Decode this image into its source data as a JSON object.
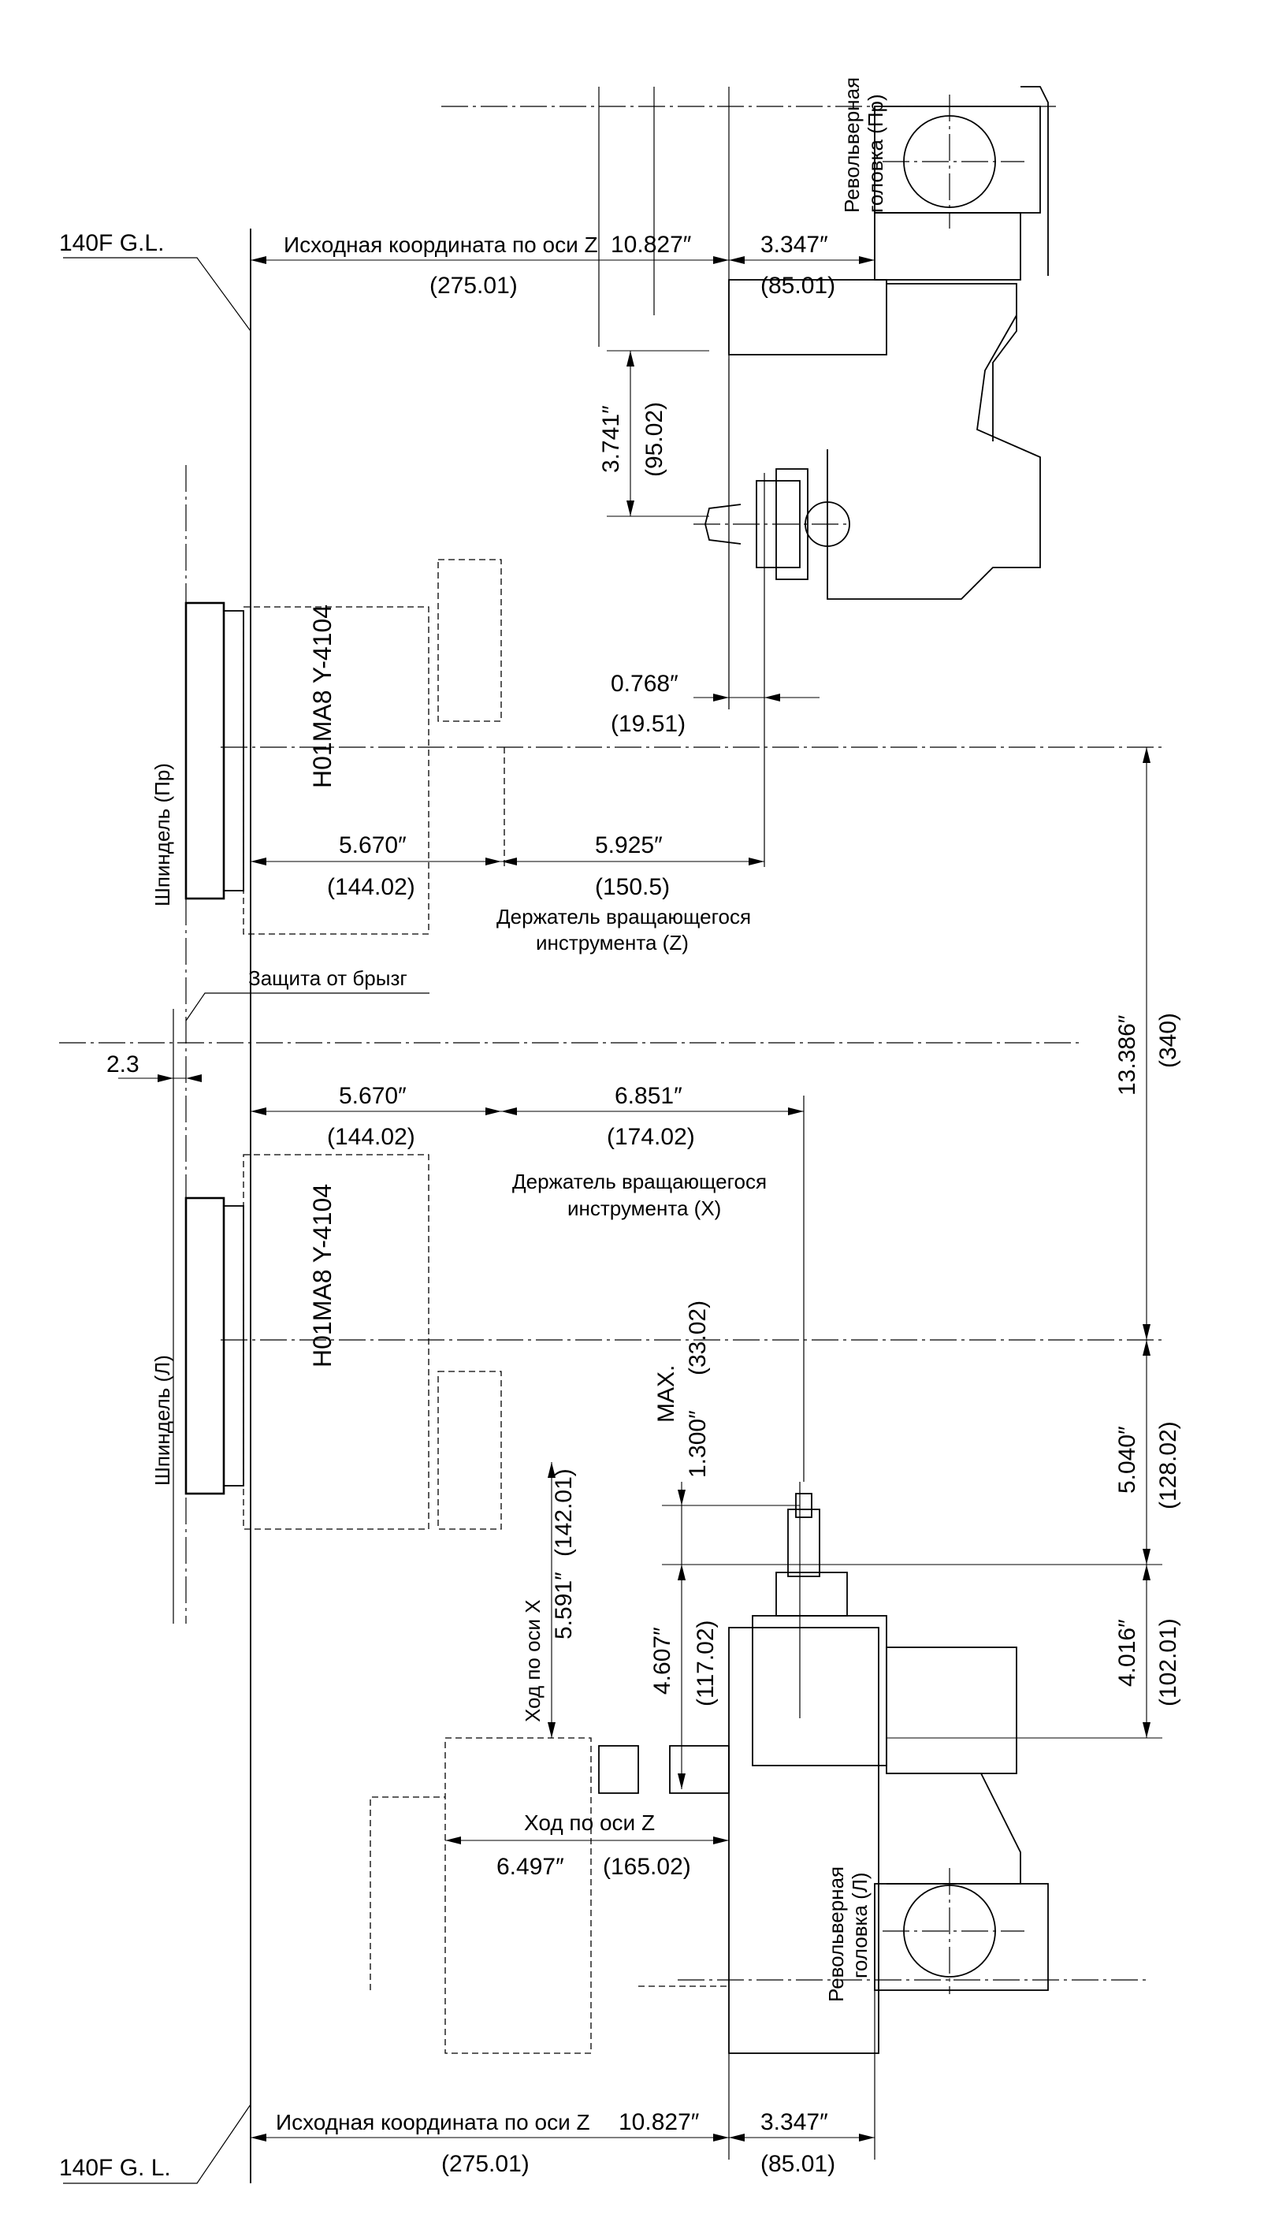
{
  "labels": {
    "gl_top": "140F G.L.",
    "gl_bottom": "140F G. L.",
    "turret_right_line1": "Револьверная",
    "turret_right_line2": "головка (Пр)",
    "turret_left_line1": "Револьверная",
    "turret_left_line2": "головка (Л)",
    "spindle_right": "Шпиндель (Пр)",
    "spindle_left": "Шпиндель (Л)",
    "splash_guard": "Защита от брызг",
    "chuck_top": "H01MA8 Y-4104",
    "chuck_bottom": "H01MA8 Y-4104",
    "holder_z_line1": "Держатель вращающегося",
    "holder_z_line2": "инструмента (Z)",
    "holder_x_line1": "Держатель вращающегося",
    "holder_x_line2": "инструмента (X)",
    "travel_x": "Ход по оси X",
    "travel_z": "Ход по оси Z",
    "max": "MAX.",
    "z_origin_top": "Исходная координата по оси Z",
    "z_origin_bottom": "Исходная координата по оси Z"
  },
  "dimensions": {
    "z_origin_top_in": "10.827″",
    "z_origin_top_mm": "(275.01)",
    "turret_top_in": "3.347″",
    "turret_top_mm": "(85.01)",
    "tool_offset_in": "3.741″",
    "tool_offset_mm": "(95.02)",
    "small_offset_in": "0.768″",
    "small_offset_mm": "(19.51)",
    "chuck_top_in": "5.670″",
    "chuck_top_mm": "(144.02)",
    "holder_z_in": "5.925″",
    "holder_z_mm": "(150.5)",
    "spindle_dist_in": "13.386″",
    "spindle_dist_mm": "(340)",
    "gap": "2.3",
    "chuck_bottom_in": "5.670″",
    "chuck_bottom_mm": "(144.02)",
    "holder_x_in": "6.851″",
    "holder_x_mm": "(174.02)",
    "max_in": "1.300″",
    "max_mm": "(33.02)",
    "x_dist_in": "5.040″",
    "x_dist_mm": "(128.02)",
    "x_low_in": "4.016″",
    "x_low_mm": "(102.01)",
    "turret_x_in": "4.607″",
    "turret_x_mm": "(117.02)",
    "travel_x_in": "5.591″",
    "travel_x_mm": "(142.01)",
    "travel_z_in": "6.497″",
    "travel_z_mm": "(165.02)",
    "z_origin_bottom_in": "10.827″",
    "z_origin_bottom_mm": "(275.01)",
    "turret_bottom_in": "3.347″",
    "turret_bottom_mm": "(85.01)"
  }
}
